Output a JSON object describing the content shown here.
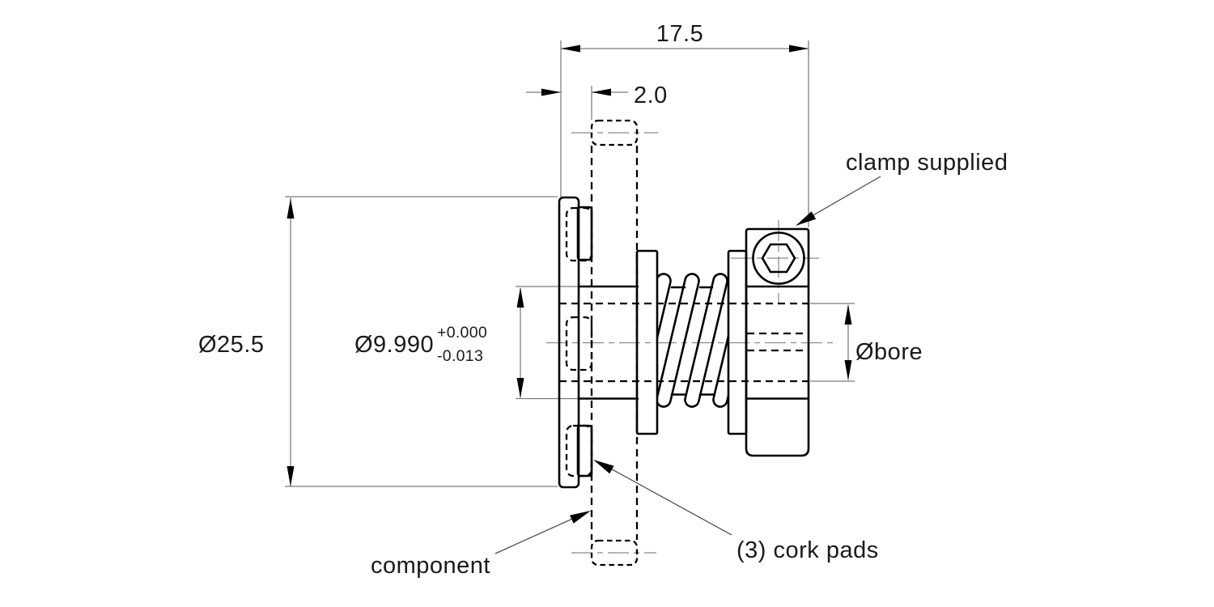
{
  "drawing": {
    "title": "flexible coupling side view with clamp",
    "dimensions": {
      "overall_length": "17.5",
      "pad_standoff": "2.0",
      "flange_diameter": "Ø25.5",
      "hub_diameter": "Ø9.990",
      "hub_tolerance_upper": "+0.000",
      "hub_tolerance_lower": "-0.013",
      "bore_label": "Øbore"
    },
    "callouts": {
      "clamp": "clamp supplied",
      "component": "component",
      "cork_pads": "(3) cork pads"
    },
    "colors": {
      "object_line": "#000000",
      "thin_line": "#7b7b7b",
      "text": "#1a1a1a",
      "background": "#ffffff"
    }
  }
}
